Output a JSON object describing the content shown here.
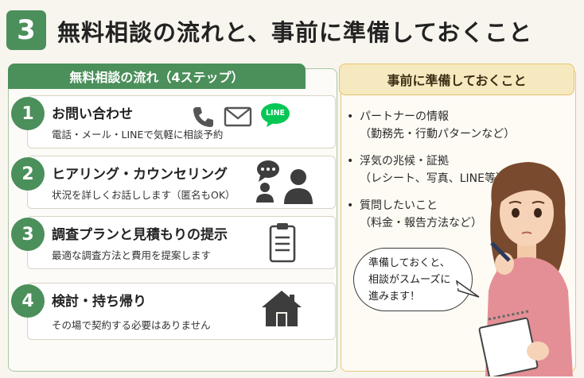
{
  "header": {
    "number": "3",
    "title": "無料相談の流れと、事前に準備しておくこと"
  },
  "left_panel": {
    "tab_label": "無料相談の流れ（4ステップ）",
    "steps": [
      {
        "number": "1",
        "title": "お問い合わせ",
        "description": "電話・メール・LINEで気軽に相談予約",
        "icons": [
          "phone-icon",
          "mail-icon",
          "line-icon"
        ],
        "line_label": "LINE"
      },
      {
        "number": "2",
        "title": "ヒアリング・カウンセリング",
        "description": "状況を詳しくお話しします（匿名もOK）",
        "icons": [
          "counseling-people-icon"
        ]
      },
      {
        "number": "3",
        "title": "調査プランと見積もりの提示",
        "description": "最適な調査方法と費用を提案します",
        "icons": [
          "clipboard-icon"
        ]
      },
      {
        "number": "4",
        "title": "検討・持ち帰り",
        "description": "その場で契約する必要はありません",
        "icons": [
          "house-icon"
        ]
      }
    ]
  },
  "right_panel": {
    "tab_label": "事前に準備しておくこと",
    "items": [
      {
        "label": "パートナーの情報",
        "detail": "（勤務先・行動パターンなど）"
      },
      {
        "label": "浮気の兆候・証拠",
        "detail": "（レシート、写真、LINE等）"
      },
      {
        "label": "質問したいこと",
        "detail": "（料金・報告方法など）"
      }
    ],
    "bullet": "•",
    "speech_bubble": [
      "準備しておくと、",
      "相談がスムーズに",
      "進みます！"
    ]
  },
  "colors": {
    "green": "#4b8f5b",
    "yellow_tab": "#f7e9bf",
    "yellow_border": "#e2c46d",
    "line_green": "#06c755",
    "background": "#f8f5ee"
  }
}
